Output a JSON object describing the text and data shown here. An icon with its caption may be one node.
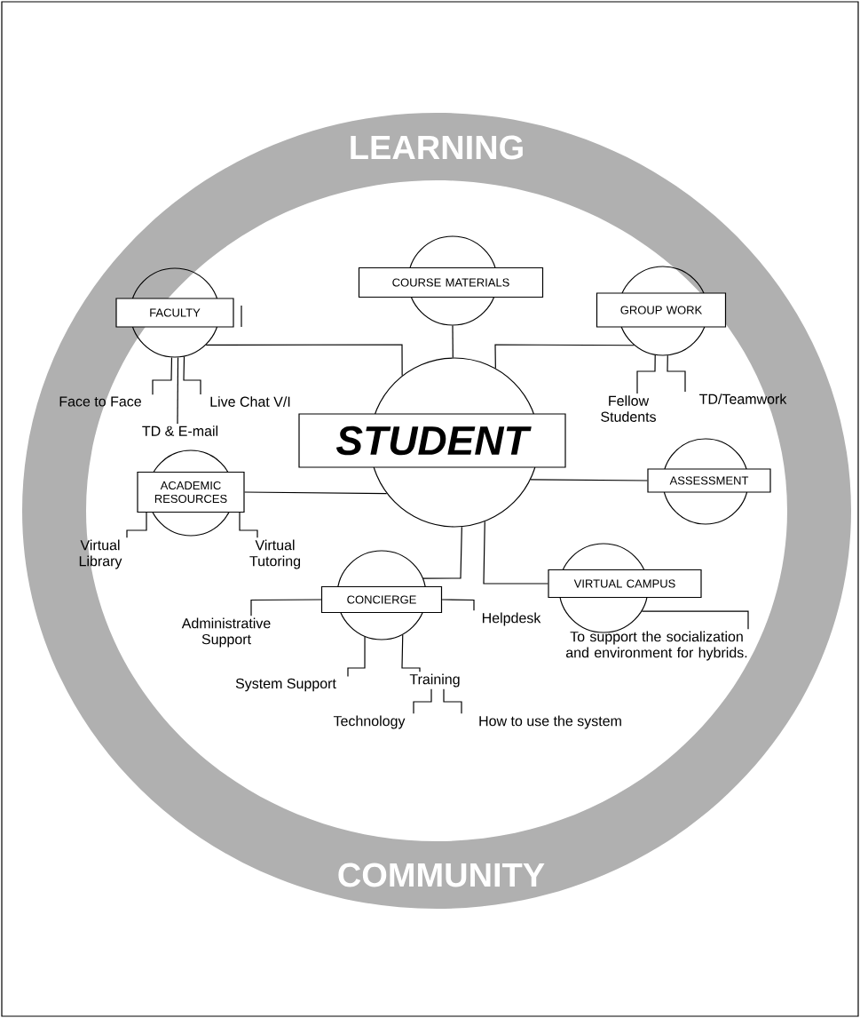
{
  "diagram": {
    "nodes": [
      {
        "text": [
          "FACULTY"
        ]
      },
      {
        "text": [
          "COURSE MATERIALS"
        ]
      },
      {
        "text": [
          "GROUP WORK"
        ]
      },
      {
        "text": [
          "STUDENT"
        ]
      },
      {
        "text": [
          "Face to Face"
        ]
      },
      {
        "text": [
          "TD & E-mail"
        ]
      },
      {
        "text": [
          "Live Chat V/I"
        ]
      },
      {
        "text": [
          "Fellow Students"
        ]
      },
      {
        "text": [
          "TD/Teamwork"
        ]
      },
      {
        "text": [
          "ACADEMIC RESOURCES"
        ]
      },
      {
        "text": [
          "ASSESSMENT"
        ]
      },
      {
        "text": [
          "Virtual Library"
        ]
      },
      {
        "text": [
          "Virtual Tutoring"
        ]
      },
      {
        "text": [
          "CONCIERGE"
        ]
      },
      {
        "text": [
          "VIRTUAL CAMPUS"
        ]
      },
      {
        "text": [
          "Administrative Support"
        ]
      },
      {
        "text": [
          "Helpdesk"
        ]
      },
      {
        "text": [
          "To support the socialization and environment for hybrids."
        ]
      },
      {
        "text": [
          "System Support"
        ]
      },
      {
        "text": [
          "Training"
        ]
      },
      {
        "text": [
          "Technology"
        ]
      },
      {
        "text": [
          "How to use the system"
        ]
      }
    ],
    "edges": [
      {
        "from": 0,
        "to": 3,
        "arrow": "none"
      },
      {
        "from": 1,
        "to": 3,
        "arrow": "none"
      },
      {
        "from": 2,
        "to": 3,
        "arrow": "none"
      },
      {
        "from": 9,
        "to": 3,
        "arrow": "none"
      },
      {
        "from": 3,
        "to": 10,
        "arrow": "none"
      },
      {
        "from": 3,
        "to": 13,
        "arrow": "none"
      },
      {
        "from": 3,
        "to": 14,
        "arrow": "none"
      },
      {
        "from": 0,
        "to": 4,
        "arrow": "none"
      },
      {
        "from": 0,
        "to": 5,
        "arrow": "none"
      },
      {
        "from": 0,
        "to": 6,
        "arrow": "none"
      },
      {
        "from": 2,
        "to": 7,
        "arrow": "none"
      },
      {
        "from": 2,
        "to": 8,
        "arrow": "none"
      },
      {
        "from": 9,
        "to": 11,
        "arrow": "none"
      },
      {
        "from": 9,
        "to": 12,
        "arrow": "none"
      },
      {
        "from": 13,
        "to": 15,
        "arrow": "none"
      },
      {
        "from": 13,
        "to": 16,
        "arrow": "none"
      },
      {
        "from": 13,
        "to": 18,
        "arrow": "none"
      },
      {
        "from": 13,
        "to": 19,
        "arrow": "none"
      },
      {
        "from": 19,
        "to": 20,
        "arrow": "none"
      },
      {
        "from": 19,
        "to": 21,
        "arrow": "none"
      },
      {
        "from": 14,
        "to": 17,
        "arrow": "none"
      }
    ],
    "labels": [
      "LEARNING",
      "COMMUNITY"
    ]
  }
}
